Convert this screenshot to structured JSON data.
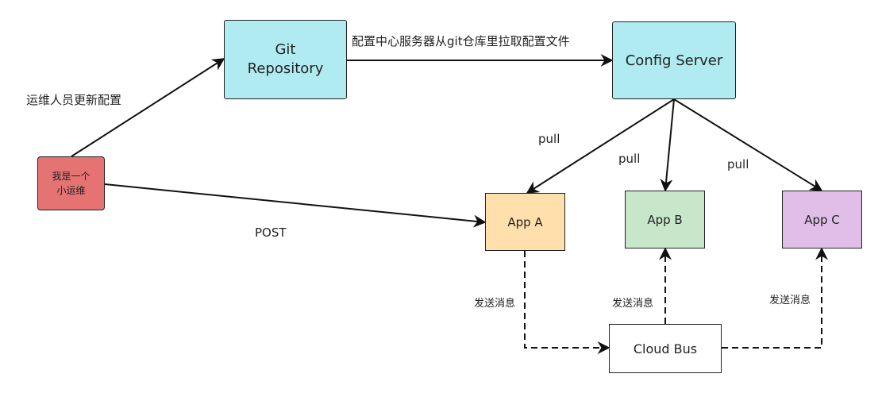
{
  "nodes": {
    "git_repo": {
      "label": "Git Repository",
      "line1": "Git",
      "line2": "Repository",
      "fill": "#b1ebf2"
    },
    "config_server": {
      "label": "Config Server",
      "fill": "#b1ebf2"
    },
    "operator": {
      "line1": "我是一个",
      "line2": "小运维",
      "fill": "#e57373"
    },
    "app_a": {
      "label": "App A",
      "fill": "#ffe0ad"
    },
    "app_b": {
      "label": "App B",
      "fill": "#c8e6c9"
    },
    "app_c": {
      "label": "App C",
      "fill": "#e1bee7"
    },
    "cloud_bus": {
      "label": "Cloud Bus",
      "fill": "#ffffff"
    }
  },
  "edges": {
    "operator_to_git": "运维人员更新配置",
    "git_to_config": "配置中心服务器从git仓库里拉取配置文件",
    "pull_a": "pull",
    "pull_b": "pull",
    "pull_c": "pull",
    "post": "POST",
    "msg_a": "发送消息",
    "msg_b": "发送消息",
    "msg_c": "发送消息"
  }
}
